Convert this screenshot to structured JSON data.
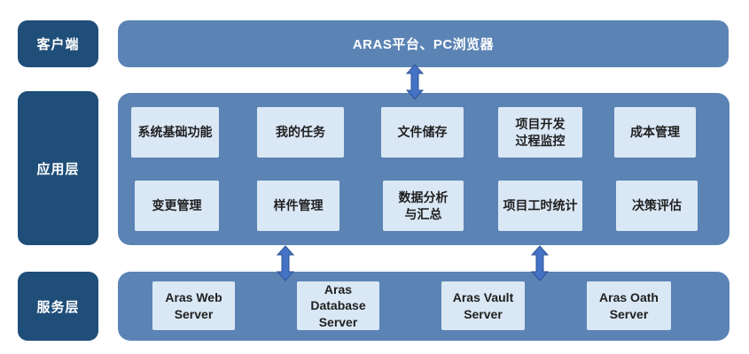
{
  "diagram": {
    "title_semantic": "ARAS PLM 系统架构图",
    "client_layer": {
      "label": "客户端",
      "platform_bar": "ARAS平台、PC浏览器"
    },
    "application_layer": {
      "label": "应用层",
      "row1": [
        "系统基础功能",
        "我的任务",
        "文件储存",
        "项目开发\n过程监控",
        "成本管理"
      ],
      "row2": [
        "变更管理",
        "样件管理",
        "数据分析\n与汇总",
        "项目工时统计",
        "决策评估"
      ]
    },
    "service_layer": {
      "label": "服务层",
      "servers": [
        "Aras Web\nServer",
        "Aras Database\nServer",
        "Aras Vault\nServer",
        "Aras Oath\nServer"
      ]
    }
  },
  "colors": {
    "dark_blue": "#1F4E79",
    "medium_blue": "#5B84B5",
    "light_box": "#DAE7F5",
    "arrow_fill": "#4472C4",
    "arrow_stroke": "#2E5395",
    "box_text": "#1F1F1F"
  }
}
